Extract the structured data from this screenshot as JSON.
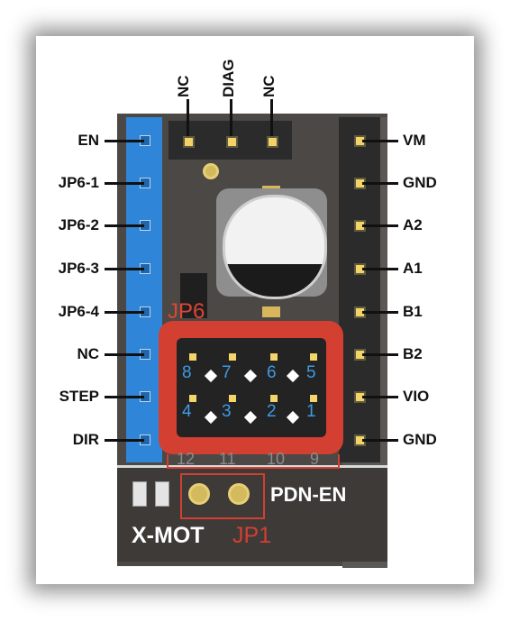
{
  "left_pins": [
    "EN",
    "JP6-1",
    "JP6-2",
    "JP6-3",
    "JP6-4",
    "NC",
    "STEP",
    "DIR"
  ],
  "right_pins": [
    "VM",
    "GND",
    "A2",
    "A1",
    "B1",
    "B2",
    "VIO",
    "GND"
  ],
  "top_pins": [
    "NC",
    "DIAG",
    "NC"
  ],
  "jumper": {
    "label": "JP6",
    "top_row": [
      "8",
      "7",
      "6",
      "5"
    ],
    "bottom_row": [
      "4",
      "3",
      "2",
      "1"
    ],
    "hidden_row": [
      "12",
      "11",
      "10",
      "9"
    ]
  },
  "jp1": {
    "label": "JP1",
    "pdn_label": "PDN-EN"
  },
  "board_label": "X-MOT",
  "colors": {
    "jumper_red": "#d33f31",
    "header_blue": "#2f86d8",
    "pcb": "#4b4845"
  }
}
